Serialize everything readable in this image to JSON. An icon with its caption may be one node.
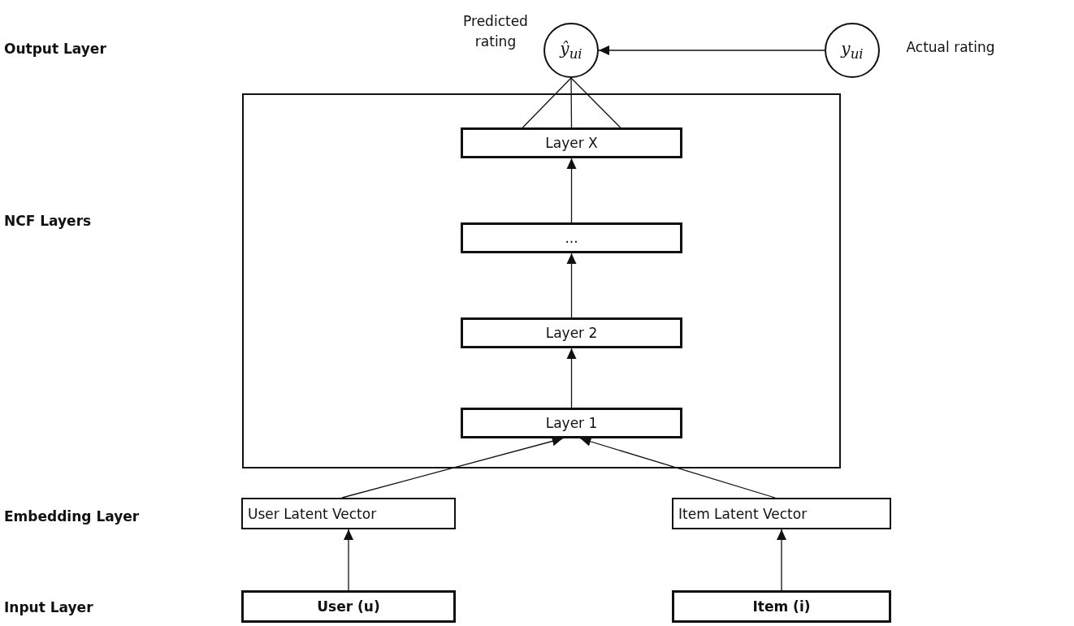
{
  "diagram": {
    "nodes": [
      {
        "text": [],
        "shape": "box"
      },
      {
        "text": [
          "Layer X"
        ],
        "in": 0
      },
      {
        "text": [
          "..."
        ],
        "in": 0
      },
      {
        "text": [
          "Layer 2"
        ],
        "in": 0
      },
      {
        "text": [
          "Layer 1"
        ],
        "in": 0
      },
      {
        "text": [
          "ŷ$_{ui}$"
        ],
        "beside": [
          "Predicted rating"
        ]
      },
      {
        "text": [
          "y$_{ui}$"
        ],
        "beside": [
          "Actual rating"
        ]
      },
      {
        "text": [
          "User Latent Vector"
        ]
      },
      {
        "text": [
          "Item Latent Vector"
        ]
      },
      {
        "text": [
          "User (u)"
        ]
      },
      {
        "text": [
          "Item (i)"
        ]
      }
    ],
    "edges": [
      {
        "from": 6,
        "to": 5,
        "arrow": "to"
      },
      {
        "from": 1,
        "to": 5,
        "arrow": "none"
      },
      {
        "from": 1,
        "to": 5,
        "arrow": "none"
      },
      {
        "from": 1,
        "to": 5,
        "arrow": "none"
      },
      {
        "from": 2,
        "to": 1,
        "arrow": "to"
      },
      {
        "from": 3,
        "to": 2,
        "arrow": "to"
      },
      {
        "from": 4,
        "to": 3,
        "arrow": "to"
      },
      {
        "from": 7,
        "to": 4,
        "arrow": "to"
      },
      {
        "from": 8,
        "to": 4,
        "arrow": "to"
      },
      {
        "from": 9,
        "to": 7,
        "arrow": "to"
      },
      {
        "from": 10,
        "to": 8,
        "arrow": "to"
      }
    ],
    "labels": [
      "Output Layer",
      "NCF Layers",
      "Embedding Layer",
      "Input Layer"
    ]
  }
}
